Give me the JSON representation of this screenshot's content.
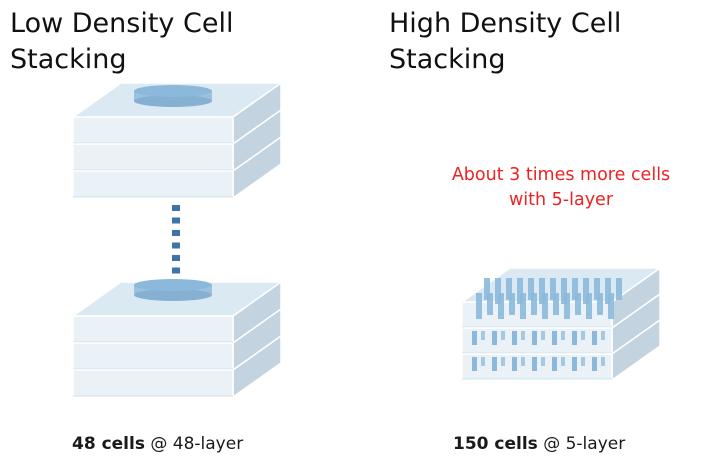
{
  "low_density": {
    "title_line1": "Low Density Cell",
    "title_line2": "Stacking",
    "caption_count": "48 cells",
    "caption_rest": " @ 48-layer"
  },
  "high_density": {
    "title_line1": "High Density Cell",
    "title_line2": "Stacking",
    "caption_count": "150 cells",
    "caption_rest": " @ 5-layer"
  },
  "annotation": {
    "line1": "About 3 times more cells",
    "line2": "with 5-layer",
    "color": "#ee2222"
  },
  "colors": {
    "layer_top": "#dbe9f3",
    "layer_front": "#eaf2f8",
    "layer_side": "#c3d3df",
    "cell": "#8cb9db",
    "dots": "#3f73aa"
  }
}
